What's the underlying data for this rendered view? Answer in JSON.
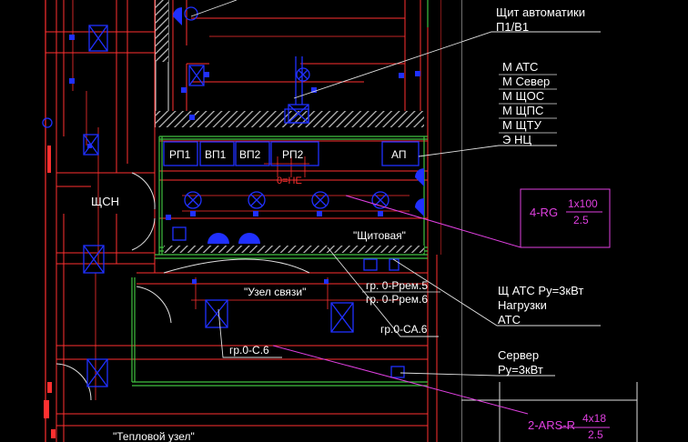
{
  "labels": {
    "panel_title_1": "Щит автоматики",
    "panel_title_2": "П1/В1",
    "legend_1": "М АТС",
    "legend_2": "М Север",
    "legend_3": "М ЩОС",
    "legend_4": "М ЩПС",
    "legend_5": "М ЩТУ",
    "legend_6": "Э НЦ",
    "cab_rp1": "РП1",
    "cab_vp1": "ВП1",
    "cab_vp2": "ВП2",
    "cab_rp2": "РП2",
    "cab_ap": "АП",
    "shchsn": "ЩСН",
    "room_shchitovaya": "\"Щитовая\"",
    "room_uzel_svyazi": "\"Узел связи\"",
    "room_teplovoy": "\"Тепловой узел\"",
    "group_0_prem5": "гр. 0-Ррем.5",
    "group_0_prem6": "гр. 0-Ррем.6",
    "group_0_sa6": "гр.0-СА.6",
    "group_0_s6": "гр.0-С.6",
    "ats_load_1": "Щ АТС Ру=3кВт",
    "ats_load_2": "Нагрузки",
    "ats_load_3": "АТС",
    "server_1": "Сервер",
    "server_2": "Ру=3кВт",
    "small_red": "0=НЕ"
  },
  "cables": {
    "c1_name": "4-RG",
    "c1_top": "1x100",
    "c1_bottom": "2.5",
    "c2_name": "2-ARS-R",
    "c2_top": "4x18",
    "c2_bottom": "2.5"
  },
  "colors": {
    "background": "#000000",
    "wall": "#ff3030",
    "partition": "#40c040",
    "equipment": "#2030ff",
    "text": "#ffffff",
    "cable_tag": "#e040e0"
  }
}
